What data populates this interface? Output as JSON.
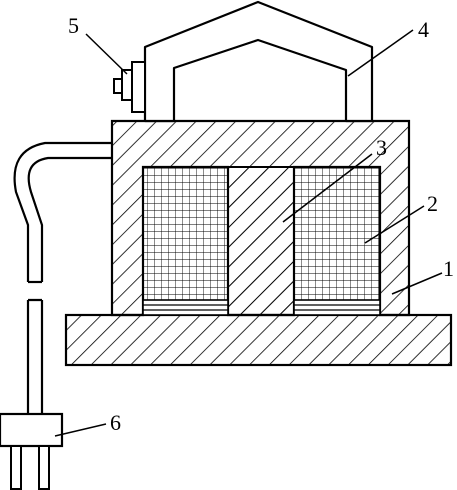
{
  "labels": {
    "base_housing": "1",
    "coil": "2",
    "core": "3",
    "handle": "4",
    "switch": "5",
    "plug": "6"
  },
  "colors": {
    "stroke": "#000000",
    "background": "#ffffff"
  }
}
